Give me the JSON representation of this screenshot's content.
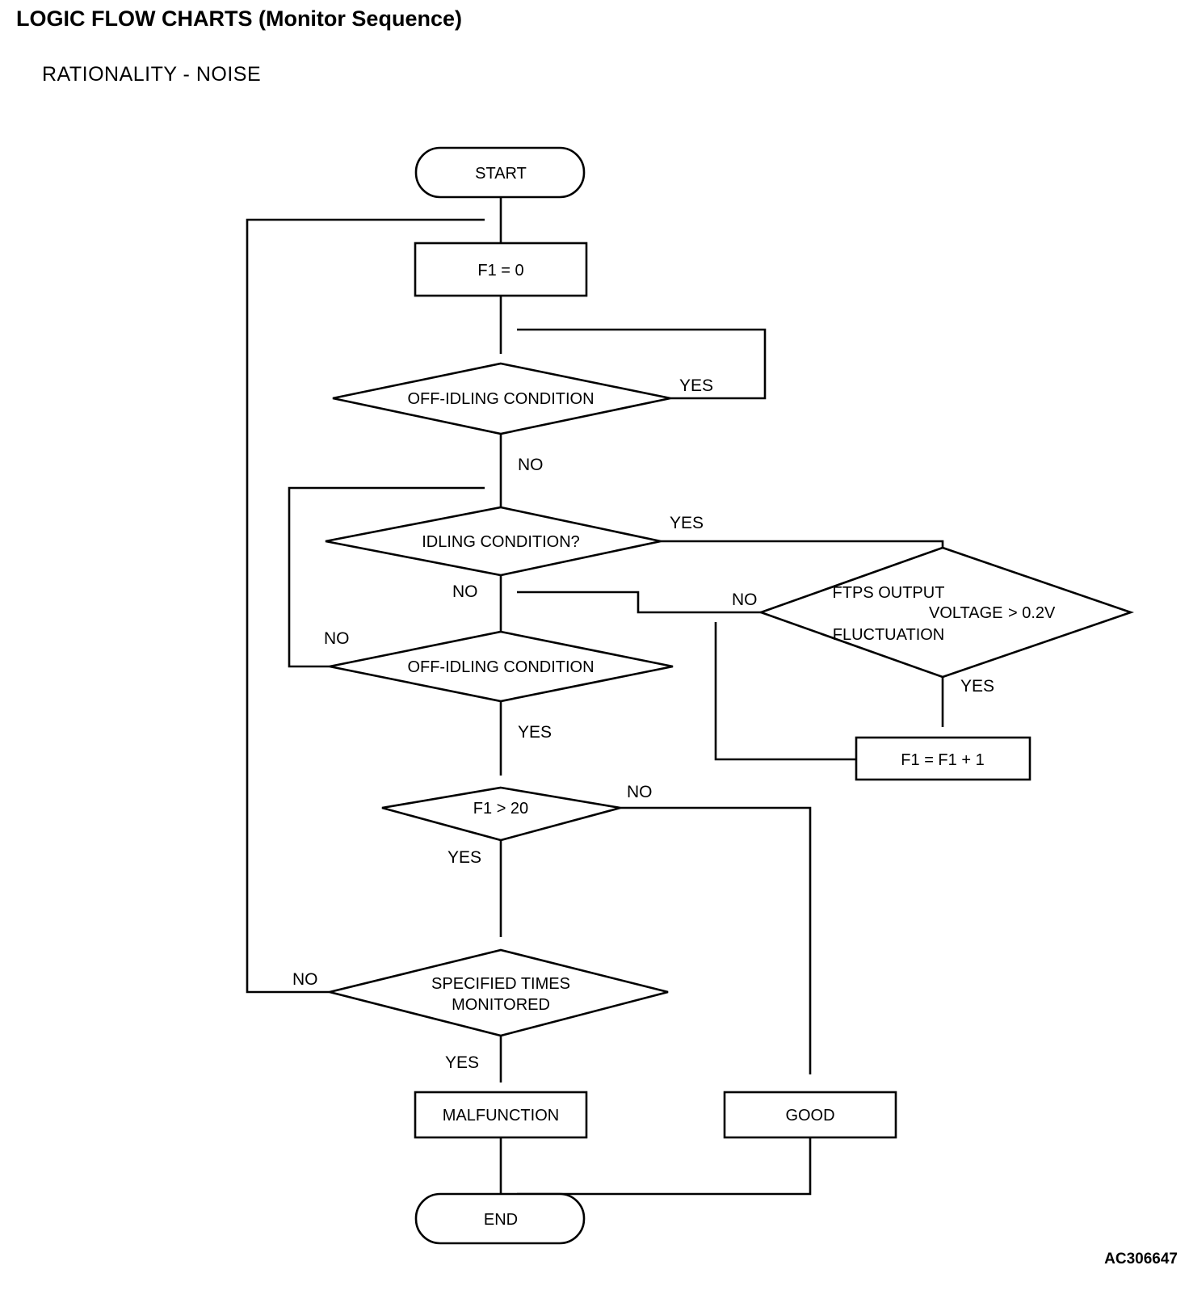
{
  "document": {
    "title": "LOGIC FLOW CHARTS (Monitor Sequence)",
    "subtitle": "RATIONALITY - NOISE",
    "reference_code": "AC306647"
  },
  "chart_data": {
    "type": "diagram",
    "diagram_type": "flowchart",
    "title": "LOGIC FLOW CHARTS (Monitor Sequence)",
    "subtitle": "RATIONALITY - NOISE",
    "nodes": [
      {
        "id": "start",
        "shape": "terminator",
        "label": "START"
      },
      {
        "id": "f1_zero",
        "shape": "process",
        "label": "F1 = 0"
      },
      {
        "id": "offidle1",
        "shape": "decision",
        "label": "OFF-IDLING CONDITION"
      },
      {
        "id": "idling",
        "shape": "decision",
        "label": "IDLING CONDITION?"
      },
      {
        "id": "offidle2",
        "shape": "decision",
        "label": "OFF-IDLING CONDITION"
      },
      {
        "id": "ftps",
        "shape": "decision",
        "label_line1": "FTPS OUTPUT",
        "label_line2": "VOLTAGE",
        "label_line2b": "> 0.2V",
        "label_line3": "FLUCTUATION"
      },
      {
        "id": "f1_inc",
        "shape": "process",
        "label": "F1 = F1 + 1"
      },
      {
        "id": "f1_gt20",
        "shape": "decision",
        "label": "F1 > 20"
      },
      {
        "id": "spec_times",
        "shape": "decision",
        "label_line1": "SPECIFIED TIMES",
        "label_line2": "MONITORED"
      },
      {
        "id": "malfunction",
        "shape": "process",
        "label": "MALFUNCTION"
      },
      {
        "id": "good",
        "shape": "process",
        "label": "GOOD"
      },
      {
        "id": "end",
        "shape": "terminator",
        "label": "END"
      }
    ],
    "edges": [
      {
        "from": "start",
        "to": "f1_zero",
        "label": ""
      },
      {
        "from": "f1_zero",
        "to": "offidle1",
        "label": ""
      },
      {
        "from": "offidle1",
        "to": "offidle1",
        "label": "YES"
      },
      {
        "from": "offidle1",
        "to": "idling",
        "label": "NO"
      },
      {
        "from": "idling",
        "to": "ftps",
        "label": "YES"
      },
      {
        "from": "idling",
        "to": "offidle2",
        "label": "NO"
      },
      {
        "from": "ftps",
        "to": "offidle2",
        "label": "NO"
      },
      {
        "from": "ftps",
        "to": "f1_inc",
        "label": "YES"
      },
      {
        "from": "f1_inc",
        "to": "ftps",
        "label": ""
      },
      {
        "from": "offidle2",
        "to": "idling",
        "label": "NO"
      },
      {
        "from": "offidle2",
        "to": "f1_gt20",
        "label": "YES"
      },
      {
        "from": "f1_gt20",
        "to": "good",
        "label": "NO"
      },
      {
        "from": "f1_gt20",
        "to": "spec_times",
        "label": "YES"
      },
      {
        "from": "spec_times",
        "to": "f1_zero",
        "label": "NO"
      },
      {
        "from": "spec_times",
        "to": "malfunction",
        "label": "YES"
      },
      {
        "from": "malfunction",
        "to": "end",
        "label": ""
      },
      {
        "from": "good",
        "to": "end",
        "label": ""
      }
    ],
    "edge_labels": {
      "offidle1_yes": "YES",
      "offidle1_no": "NO",
      "idling_yes": "YES",
      "idling_no": "NO",
      "offidle2_no": "NO",
      "offidle2_yes": "YES",
      "ftps_no": "NO",
      "ftps_yes": "YES",
      "f1gt20_no": "NO",
      "f1gt20_yes": "YES",
      "spec_no": "NO",
      "spec_yes": "YES"
    },
    "colors": {
      "stroke": "#000000",
      "fill": "#ffffff",
      "text": "#000000"
    }
  }
}
